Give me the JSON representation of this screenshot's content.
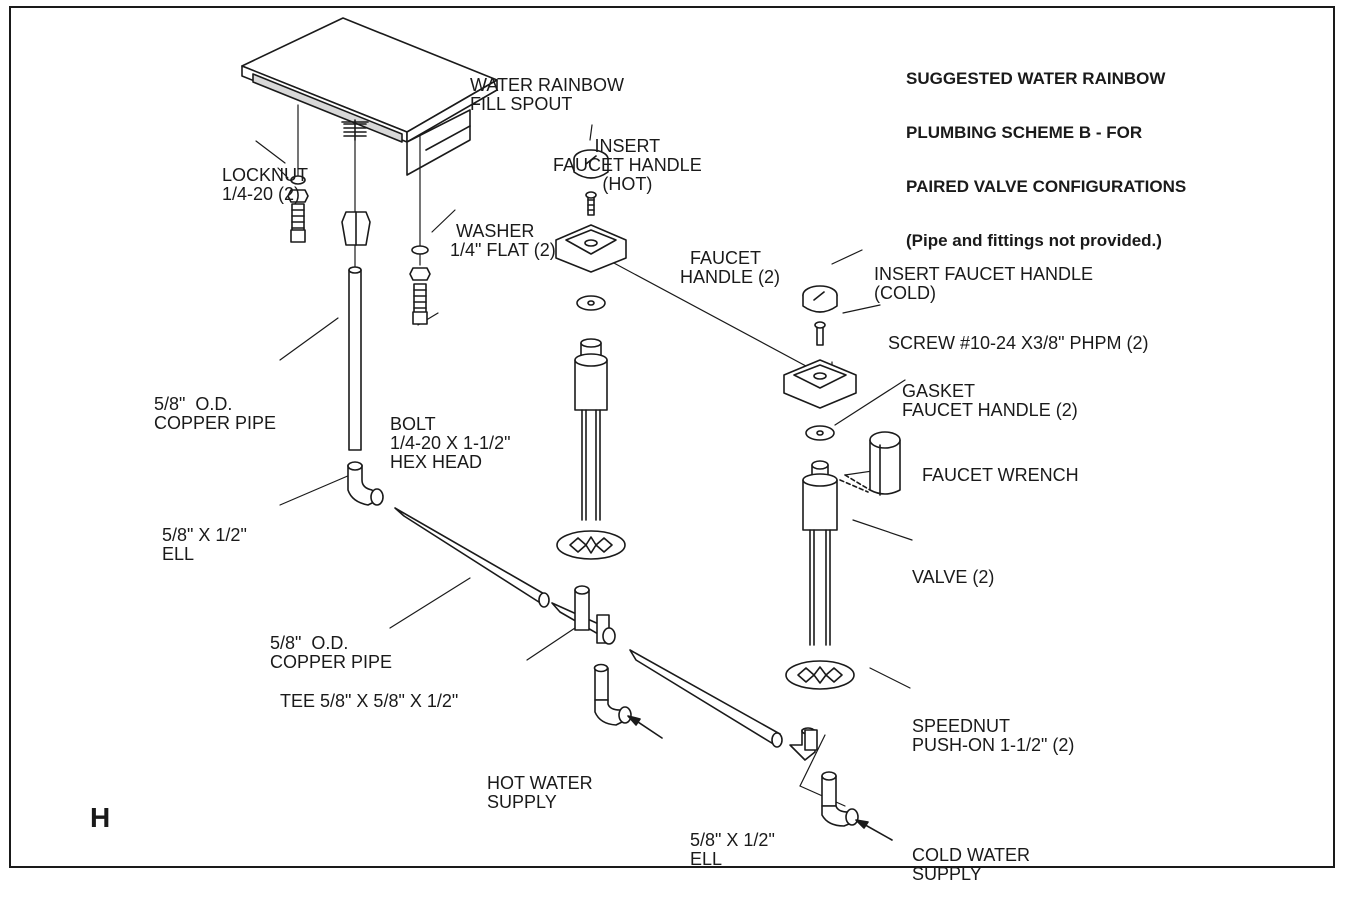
{
  "title": {
    "line1": "SUGGESTED WATER RAINBOW",
    "line2": "PLUMBING SCHEME B - FOR",
    "line3": "PAIRED VALVE CONFIGURATIONS",
    "line4": "(Pipe and fittings not provided.)"
  },
  "figure_letter": "H",
  "labels": {
    "fill_spout": [
      "WATER RAINBOW",
      "FILL SPOUT"
    ],
    "locknut": [
      "LOCKNUT",
      "1/4-20 (2)"
    ],
    "washer": [
      "WASHER",
      "1/4\" FLAT (2)"
    ],
    "insert_hot": [
      "INSERT",
      "FAUCET HANDLE",
      "(HOT)"
    ],
    "faucet_handle": [
      "FAUCET",
      "HANDLE (2)"
    ],
    "insert_cold": [
      "INSERT FAUCET HANDLE",
      "(COLD)"
    ],
    "screw": [
      "SCREW #10-24 X3/8\" PHPM (2)"
    ],
    "gasket": [
      "GASKET",
      "FAUCET HANDLE (2)"
    ],
    "faucet_wrench": [
      "FAUCET WRENCH"
    ],
    "copper_pipe_upper": [
      "5/8\"  O.D.",
      "COPPER PIPE"
    ],
    "bolt": [
      "BOLT",
      "1/4-20 X 1-1/2\"",
      "HEX HEAD"
    ],
    "ell_left": [
      "5/8\" X 1/2\"",
      "ELL"
    ],
    "valve": [
      "VALVE (2)"
    ],
    "copper_pipe_lower": [
      "5/8\"  O.D.",
      "COPPER PIPE"
    ],
    "tee": [
      "TEE 5/8\" X 5/8\" X 1/2\""
    ],
    "speednut": [
      "SPEEDNUT",
      "PUSH-ON 1-1/2\" (2)"
    ],
    "hot_supply": [
      "HOT WATER",
      "SUPPLY"
    ],
    "ell_right": [
      "5/8\" X 1/2\"",
      "ELL"
    ],
    "cold_supply": [
      "COLD WATER",
      "SUPPLY"
    ]
  }
}
